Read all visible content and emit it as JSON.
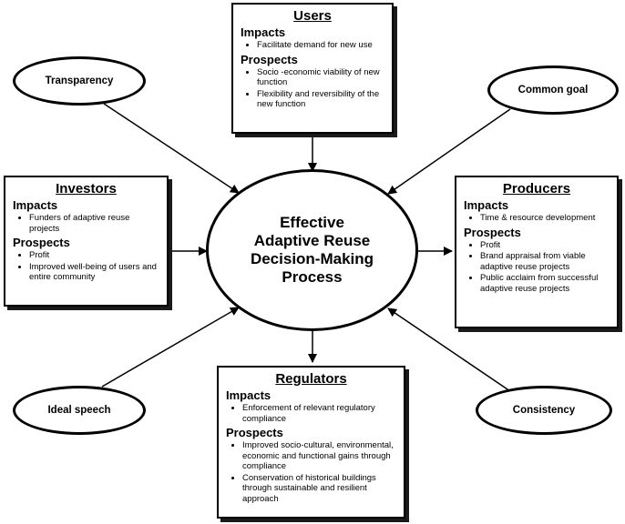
{
  "center": {
    "lines": [
      "Effective",
      "Adaptive Reuse",
      "Decision-Making",
      "Process"
    ]
  },
  "users": {
    "title": "Users",
    "impacts_label": "Impacts",
    "impacts": [
      "Facilitate demand for new use"
    ],
    "prospects_label": "Prospects",
    "prospects": [
      "Socio -economic viability of new function",
      "Flexibility and reversibility of the new function"
    ]
  },
  "investors": {
    "title": "Investors",
    "impacts_label": "Impacts",
    "impacts": [
      "Funders of adaptive reuse projects"
    ],
    "prospects_label": "Prospects",
    "prospects": [
      "Profit",
      "Improved well-being of users and entire community"
    ]
  },
  "producers": {
    "title": "Producers",
    "impacts_label": "Impacts",
    "impacts": [
      "Time & resource development"
    ],
    "prospects_label": "Prospects",
    "prospects": [
      "Profit",
      "Brand appraisal from viable adaptive reuse projects",
      "Public acclaim from successful adaptive reuse projects"
    ]
  },
  "regulators": {
    "title": "Regulators",
    "impacts_label": "Impacts",
    "impacts": [
      "Enforcement of relevant regulatory compliance"
    ],
    "prospects_label": "Prospects",
    "prospects": [
      "Improved socio-cultural, environmental, economic and functional gains through compliance",
      "Conservation of historical buildings through sustainable and resilient approach"
    ]
  },
  "principles": {
    "transparency": "Transparency",
    "common_goal": "Common goal",
    "ideal_speech": "Ideal speech",
    "consistency": "Consistency"
  }
}
